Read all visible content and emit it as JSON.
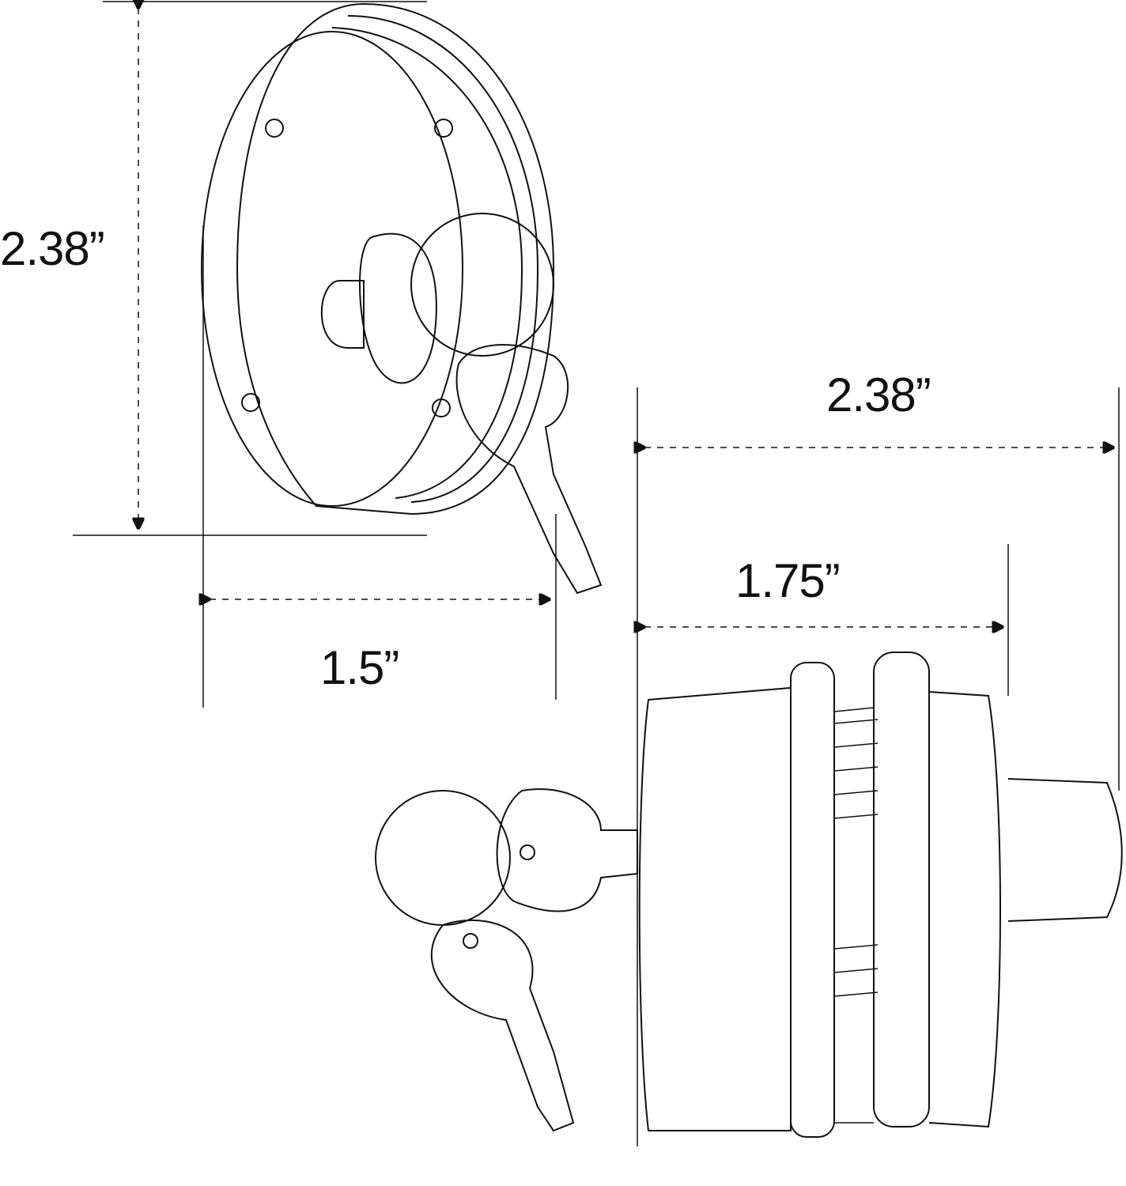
{
  "dimensions": {
    "side_height": "2.38”",
    "side_width": "1.5”",
    "top_total_width": "2.38”",
    "top_body_width": "1.75”"
  },
  "colors": {
    "line": "#111111",
    "background": "#ffffff"
  }
}
